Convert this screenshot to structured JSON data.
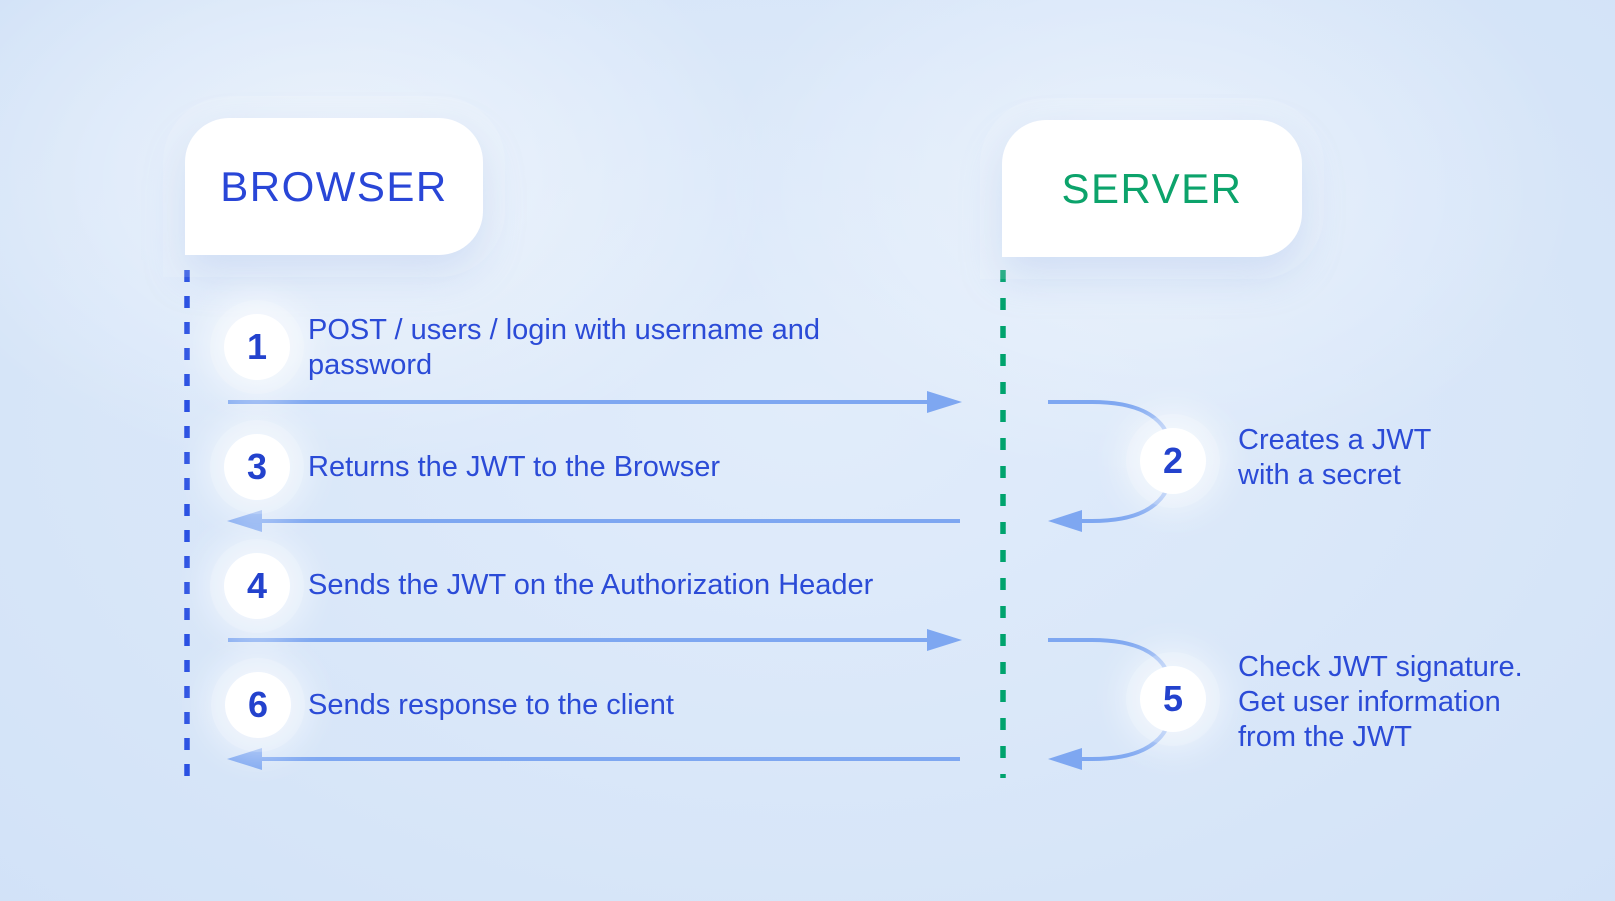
{
  "palette": {
    "background": "#d7e6f9",
    "title_blue": "#2946d7",
    "title_green": "#0ca36b",
    "text_blue": "#2b4bd7",
    "number_blue": "#2342cd",
    "arrow_blue": "#7ea7f1",
    "lifeline_blue": "#2b51e2",
    "lifeline_green": "#00a36d",
    "box_white": "#ffffff"
  },
  "actors": {
    "browser": {
      "label": "BROWSER"
    },
    "server": {
      "label": "SERVER"
    }
  },
  "steps": [
    {
      "number": "1",
      "side": "left",
      "arrow": "browser-to-server",
      "lines": [
        "POST / users / login with username and",
        "password"
      ]
    },
    {
      "number": "2",
      "side": "right",
      "arrow": "server-self-loop",
      "lines": [
        "Creates a JWT",
        "with a secret"
      ]
    },
    {
      "number": "3",
      "side": "left",
      "arrow": "server-to-browser",
      "lines": [
        "Returns the JWT to the Browser"
      ]
    },
    {
      "number": "4",
      "side": "left",
      "arrow": "browser-to-server",
      "lines": [
        "Sends the JWT on the Authorization Header"
      ]
    },
    {
      "number": "5",
      "side": "right",
      "arrow": "server-self-loop",
      "lines": [
        "Check JWT signature.",
        "Get user information",
        "from the JWT"
      ]
    },
    {
      "number": "6",
      "side": "left",
      "arrow": "server-to-browser",
      "lines": [
        "Sends response to the client"
      ]
    }
  ]
}
